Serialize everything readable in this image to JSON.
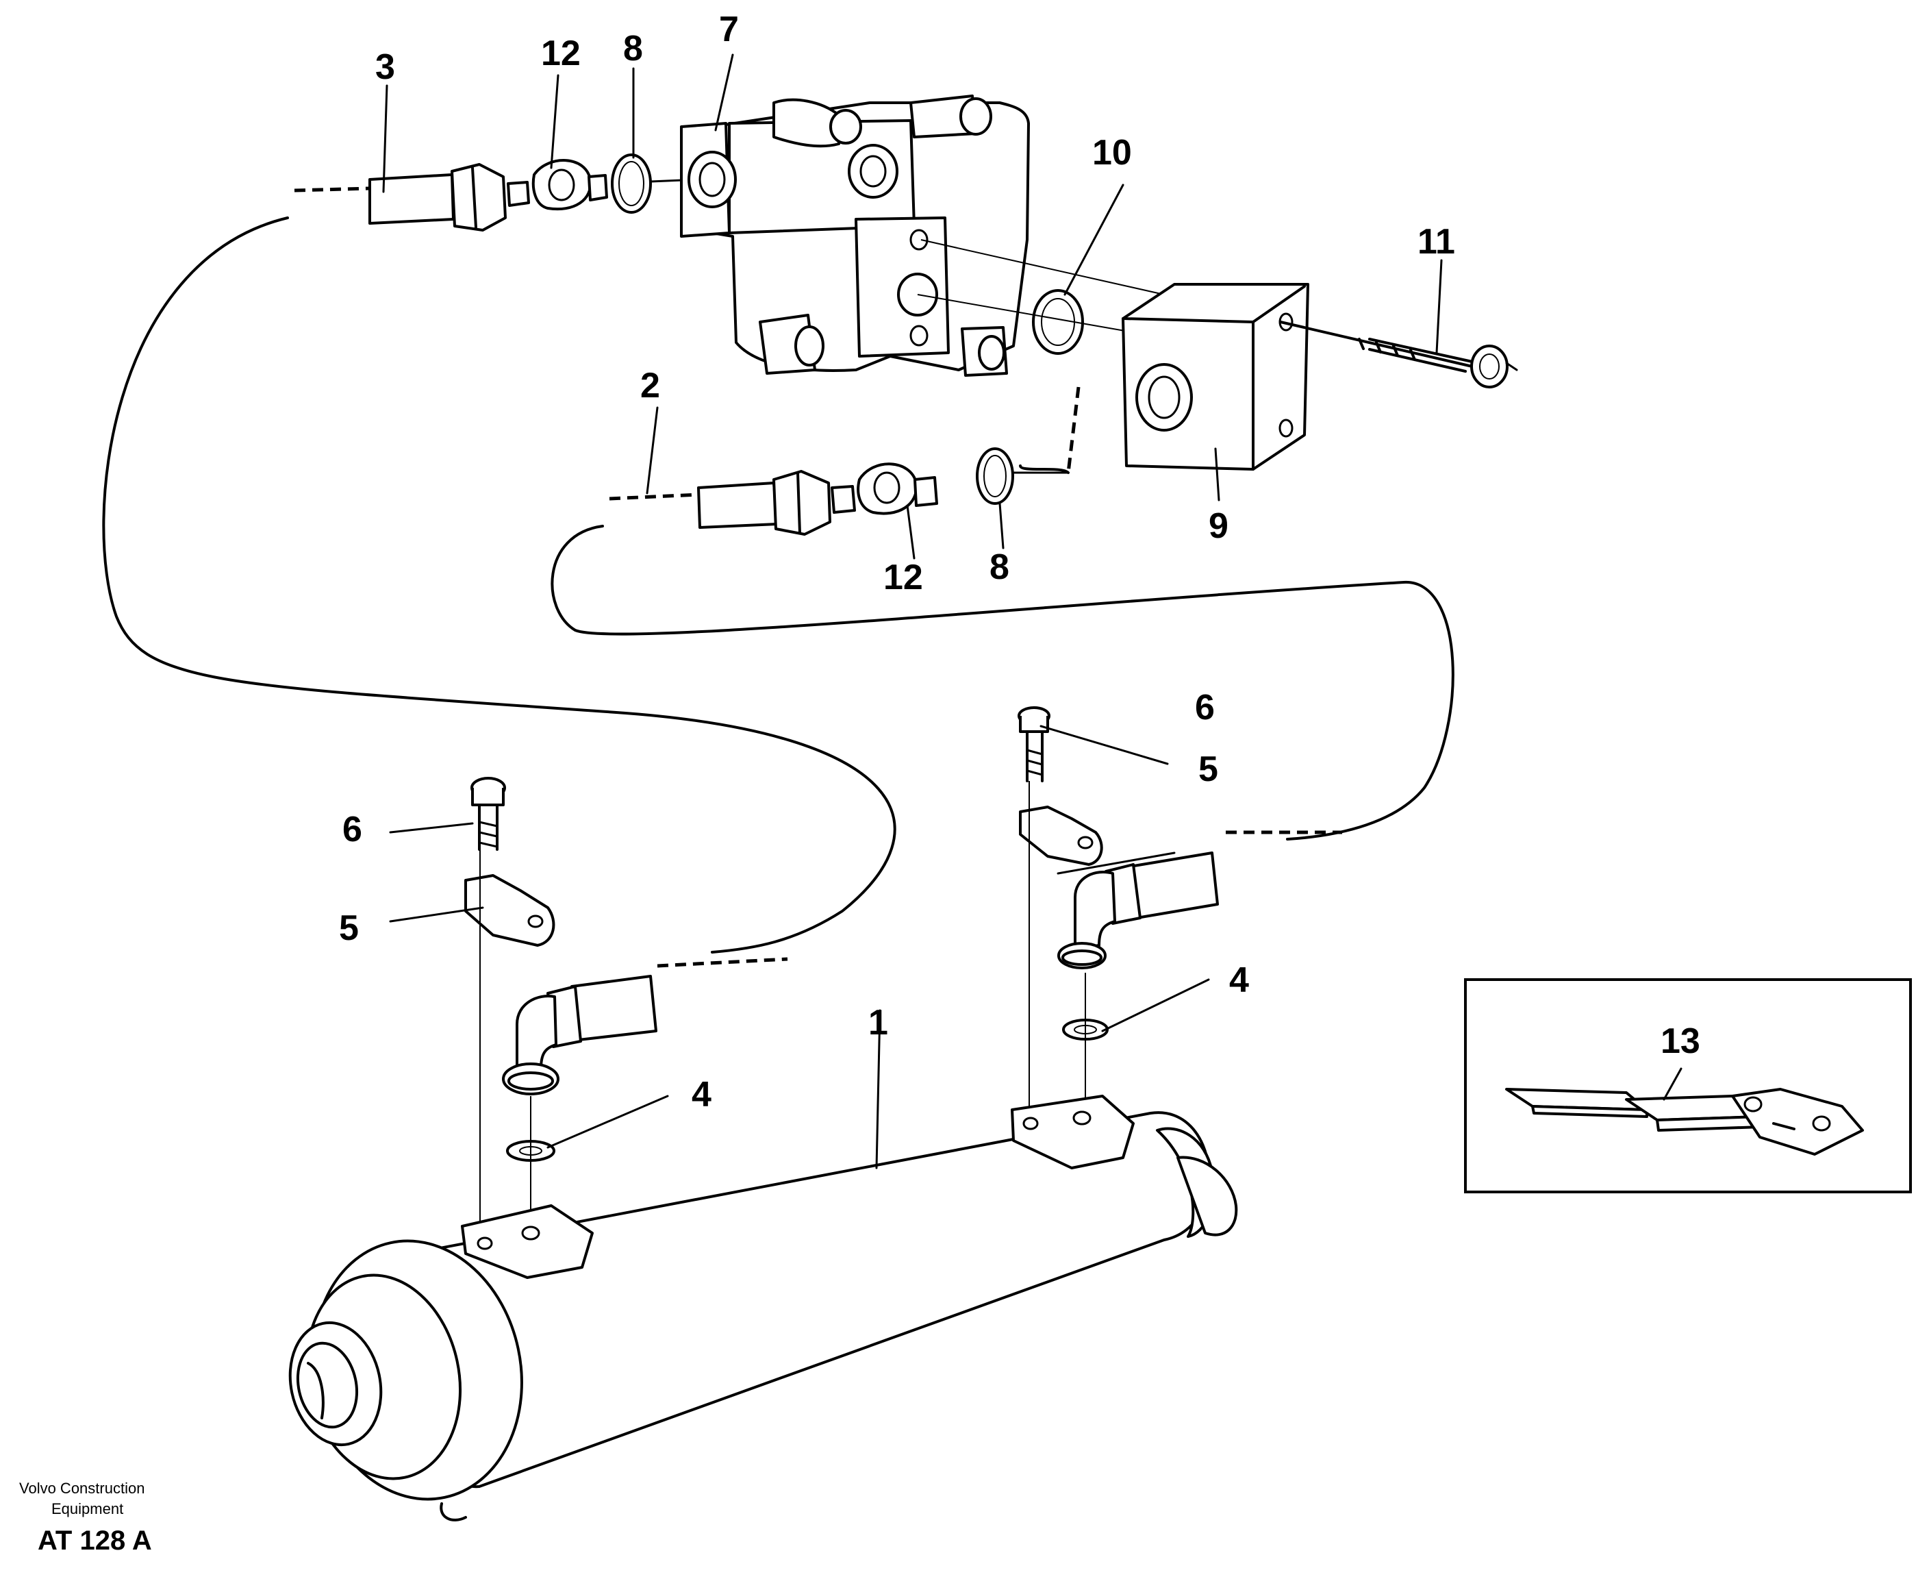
{
  "callouts": {
    "c1": "1",
    "c2": "2",
    "c3": "3",
    "c4a": "4",
    "c4b": "4",
    "c5a": "5",
    "c5b": "5",
    "c6a": "6",
    "c6b": "6",
    "c7": "7",
    "c8a": "8",
    "c8b": "8",
    "c9": "9",
    "c10": "10",
    "c11": "11",
    "c12a": "12",
    "c12b": "12",
    "c13": "13"
  },
  "credit": {
    "line1": "Volvo Construction",
    "line2": "Equipment",
    "reference": "AT 128 A"
  }
}
